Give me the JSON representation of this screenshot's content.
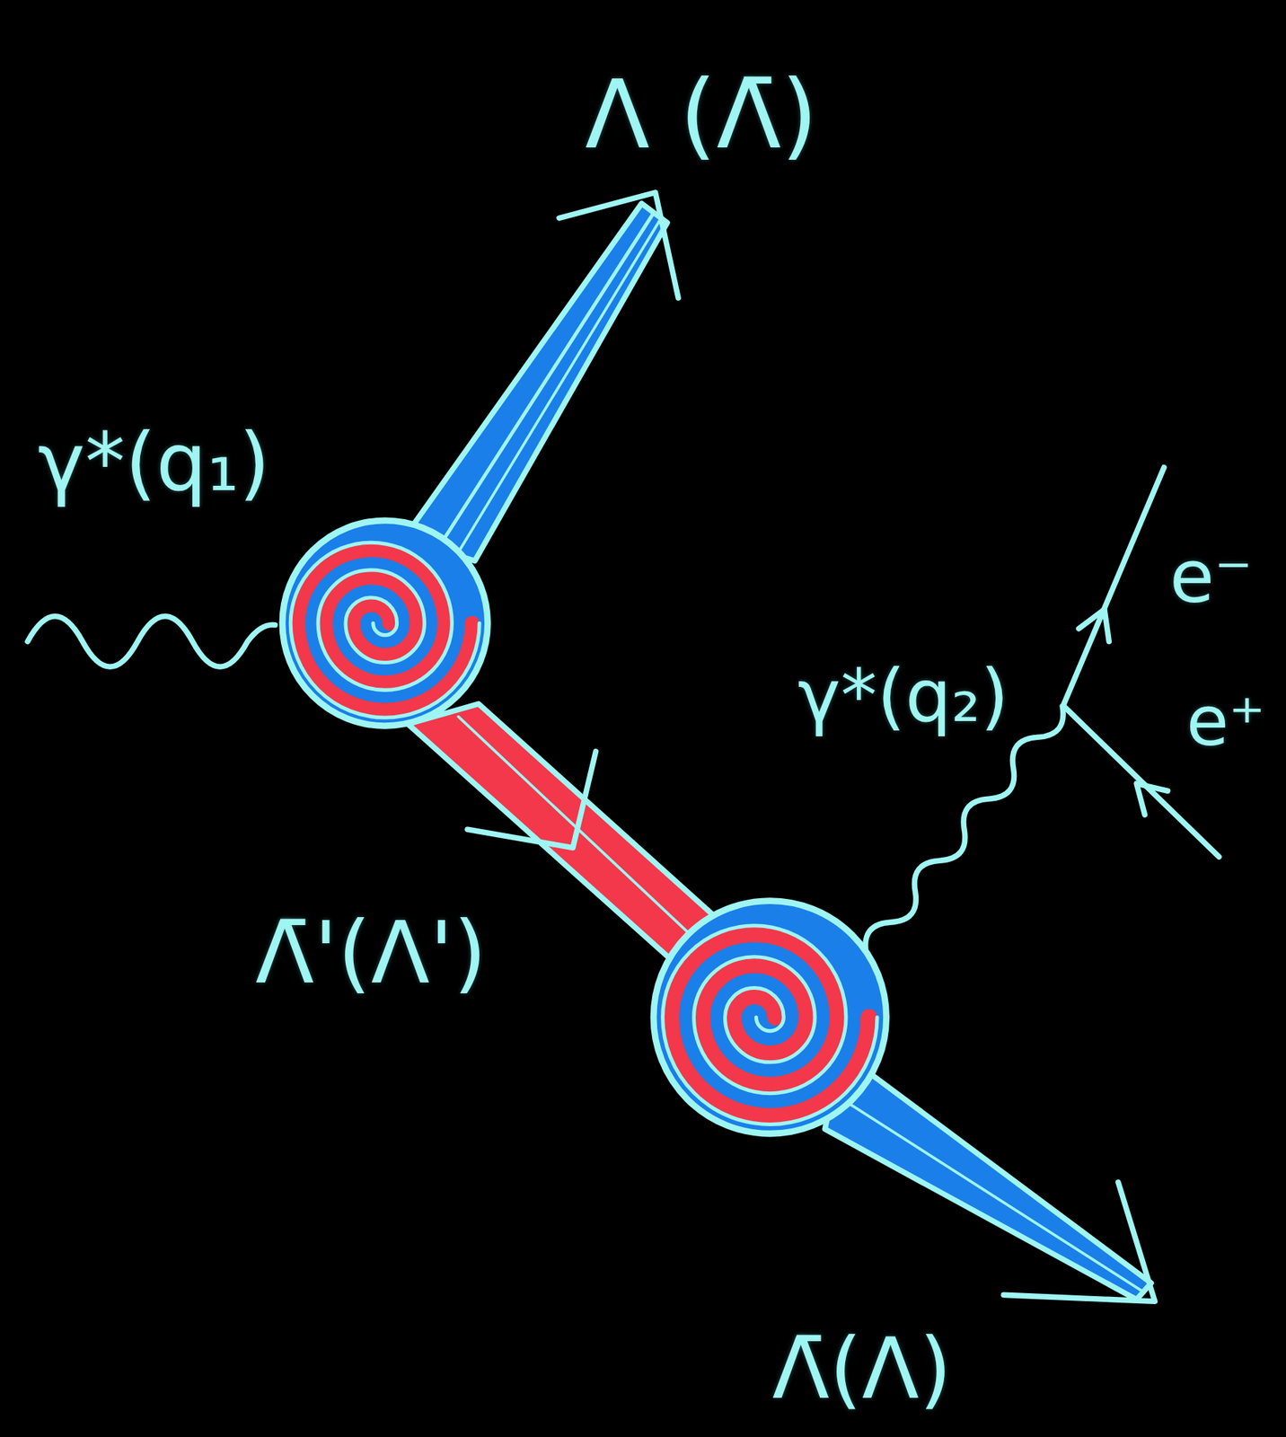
{
  "diagram": {
    "labels": [
      "Λ (Λ̄)",
      "γ*(q₁)",
      "e⁻",
      "γ*(q₂)",
      "e⁺",
      "Λ̄'(Λ')",
      "Λ̄(Λ)"
    ]
  }
}
